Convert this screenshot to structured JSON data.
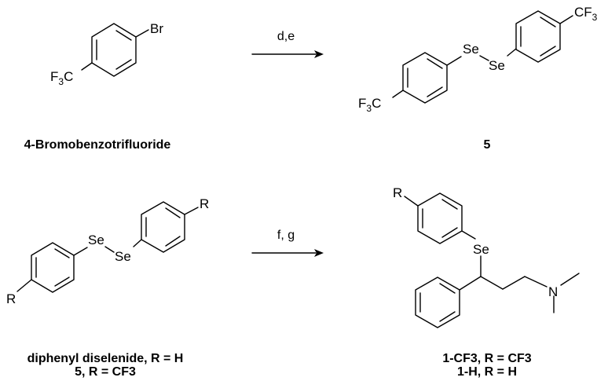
{
  "reactions": [
    {
      "conditions": "d,e",
      "reactant": {
        "name": "4-Bromobenzotrifluoride",
        "substituent_top": "Br",
        "substituent_bottom": {
          "main": "F",
          "sub": "3",
          "tail": "C"
        }
      },
      "product": {
        "name": "5",
        "atom_se1": "Se",
        "atom_se2": "Se",
        "substituent_right": {
          "main": "CF",
          "sub": "3"
        },
        "substituent_left": {
          "main": "F",
          "sub": "3",
          "tail": "C"
        }
      }
    },
    {
      "conditions": "f, g",
      "reactant": {
        "name_line1": "diphenyl diselenide, R = H",
        "name_line2": "5, R = CF3",
        "atom_se1": "Se",
        "atom_se2": "Se",
        "substituent_right": "R",
        "substituent_left": "R"
      },
      "product": {
        "name_line1": "1-CF3, R = CF3",
        "name_line2": "1-H, R = H",
        "atom_se": "Se",
        "atom_n": "N",
        "substituent_top": "R"
      }
    }
  ]
}
